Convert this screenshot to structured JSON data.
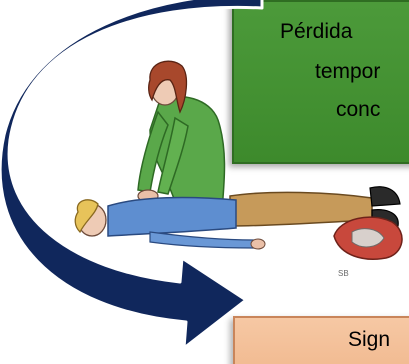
{
  "green_box": {
    "line1": "Pérdida",
    "line2": "tempor",
    "line3": "conc"
  },
  "orange_box": {
    "line1": "Sign"
  },
  "signature": "SB",
  "colors": {
    "arrow": "#10275c",
    "green_box": "#4c9a3a",
    "orange_box": "#f6c8a4"
  },
  "icons": {
    "arrow": "curved-arrow-icon",
    "illustration": "cpr-rescuer-illustration"
  }
}
